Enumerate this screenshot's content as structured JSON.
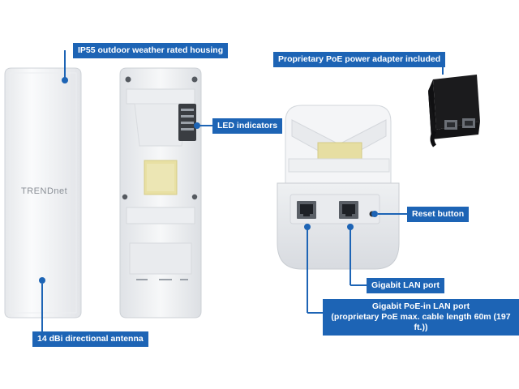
{
  "callouts": {
    "housing": "IP55 outdoor weather rated housing",
    "led": "LED indicators",
    "poe_adapter": "Proprietary PoE power adapter included",
    "reset": "Reset button",
    "gigabit_lan": "Gigabit LAN port",
    "poe_in_line1": "Gigabit PoE-in LAN port",
    "poe_in_line2": "(proprietary PoE max. cable length 60m (197 ft.))",
    "antenna": "14 dBi directional antenna"
  },
  "product": {
    "brand_logo": "TRENDnet"
  },
  "colors": {
    "callout_bg": "#1d64b5",
    "connector": "#1d64b5",
    "housing": "#f3f4f6",
    "adapter": "#1b1b1d"
  }
}
